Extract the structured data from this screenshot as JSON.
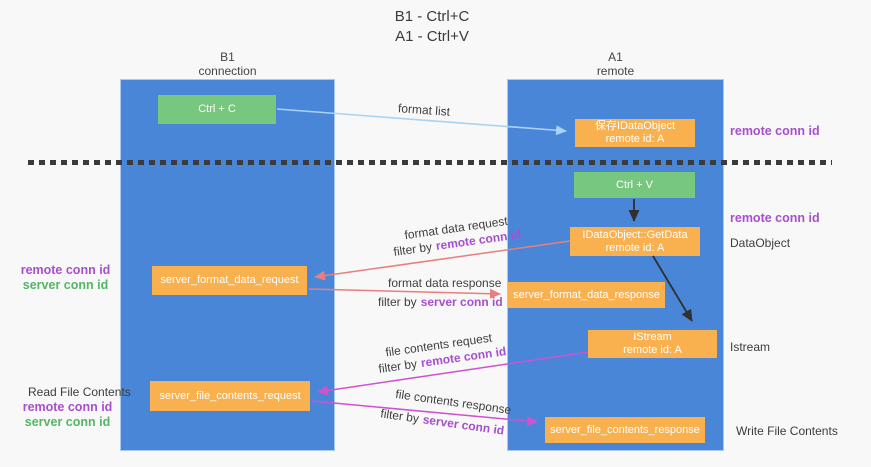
{
  "title": {
    "line1": "B1 - Ctrl+C",
    "line2": "A1 - Ctrl+V"
  },
  "lifelines": {
    "left": {
      "name": "B1",
      "role": "connection"
    },
    "right": {
      "name": "A1",
      "role": "remote"
    }
  },
  "nodes": {
    "ctrl_c": "Ctrl + C",
    "ctrl_v": "Ctrl + V",
    "save_idataobject_line1": "保存IDataObject",
    "save_idataobject_line2": "remote id: A",
    "getdata_line1": "IDataObject::GetData",
    "getdata_line2": "remote id: A",
    "istream_line1": "IStream",
    "istream_line2": "remote id: A",
    "server_format_data_request": "server_format_data_request",
    "server_format_data_response": "server_format_data_response",
    "server_file_contents_request": "server_file_contents_request",
    "server_file_contents_response": "server_file_contents_response"
  },
  "flow_labels": {
    "format_list": "format list",
    "format_data_request": "format data request",
    "format_data_response": "format data response",
    "file_contents_request": "file contents request",
    "file_contents_response": "file contents response",
    "filter_by": "filter by",
    "remote_conn_id": "remote conn id",
    "server_conn_id": "server conn id"
  },
  "annotations": {
    "remote_conn_id": "remote conn id",
    "server_conn_id": "server conn id",
    "dataobject": "DataObject",
    "istream": "Istream",
    "read_file_contents": "Read File Contents",
    "write_file_contents": "Write File Contents"
  },
  "colors": {
    "lifeline_blue": "#4a86d8",
    "action_green": "#77c77e",
    "message_orange": "#f9b04e",
    "remote_conn_purple": "#a64fd0",
    "server_conn_green": "#53b566",
    "arrow_blue": "#a9d3f2",
    "arrow_salmon": "#e87e7e",
    "arrow_magenta": "#cf52cf",
    "arrow_black": "#303030",
    "divider_dark": "#3b3b3b",
    "background": "#f8f8f8"
  }
}
